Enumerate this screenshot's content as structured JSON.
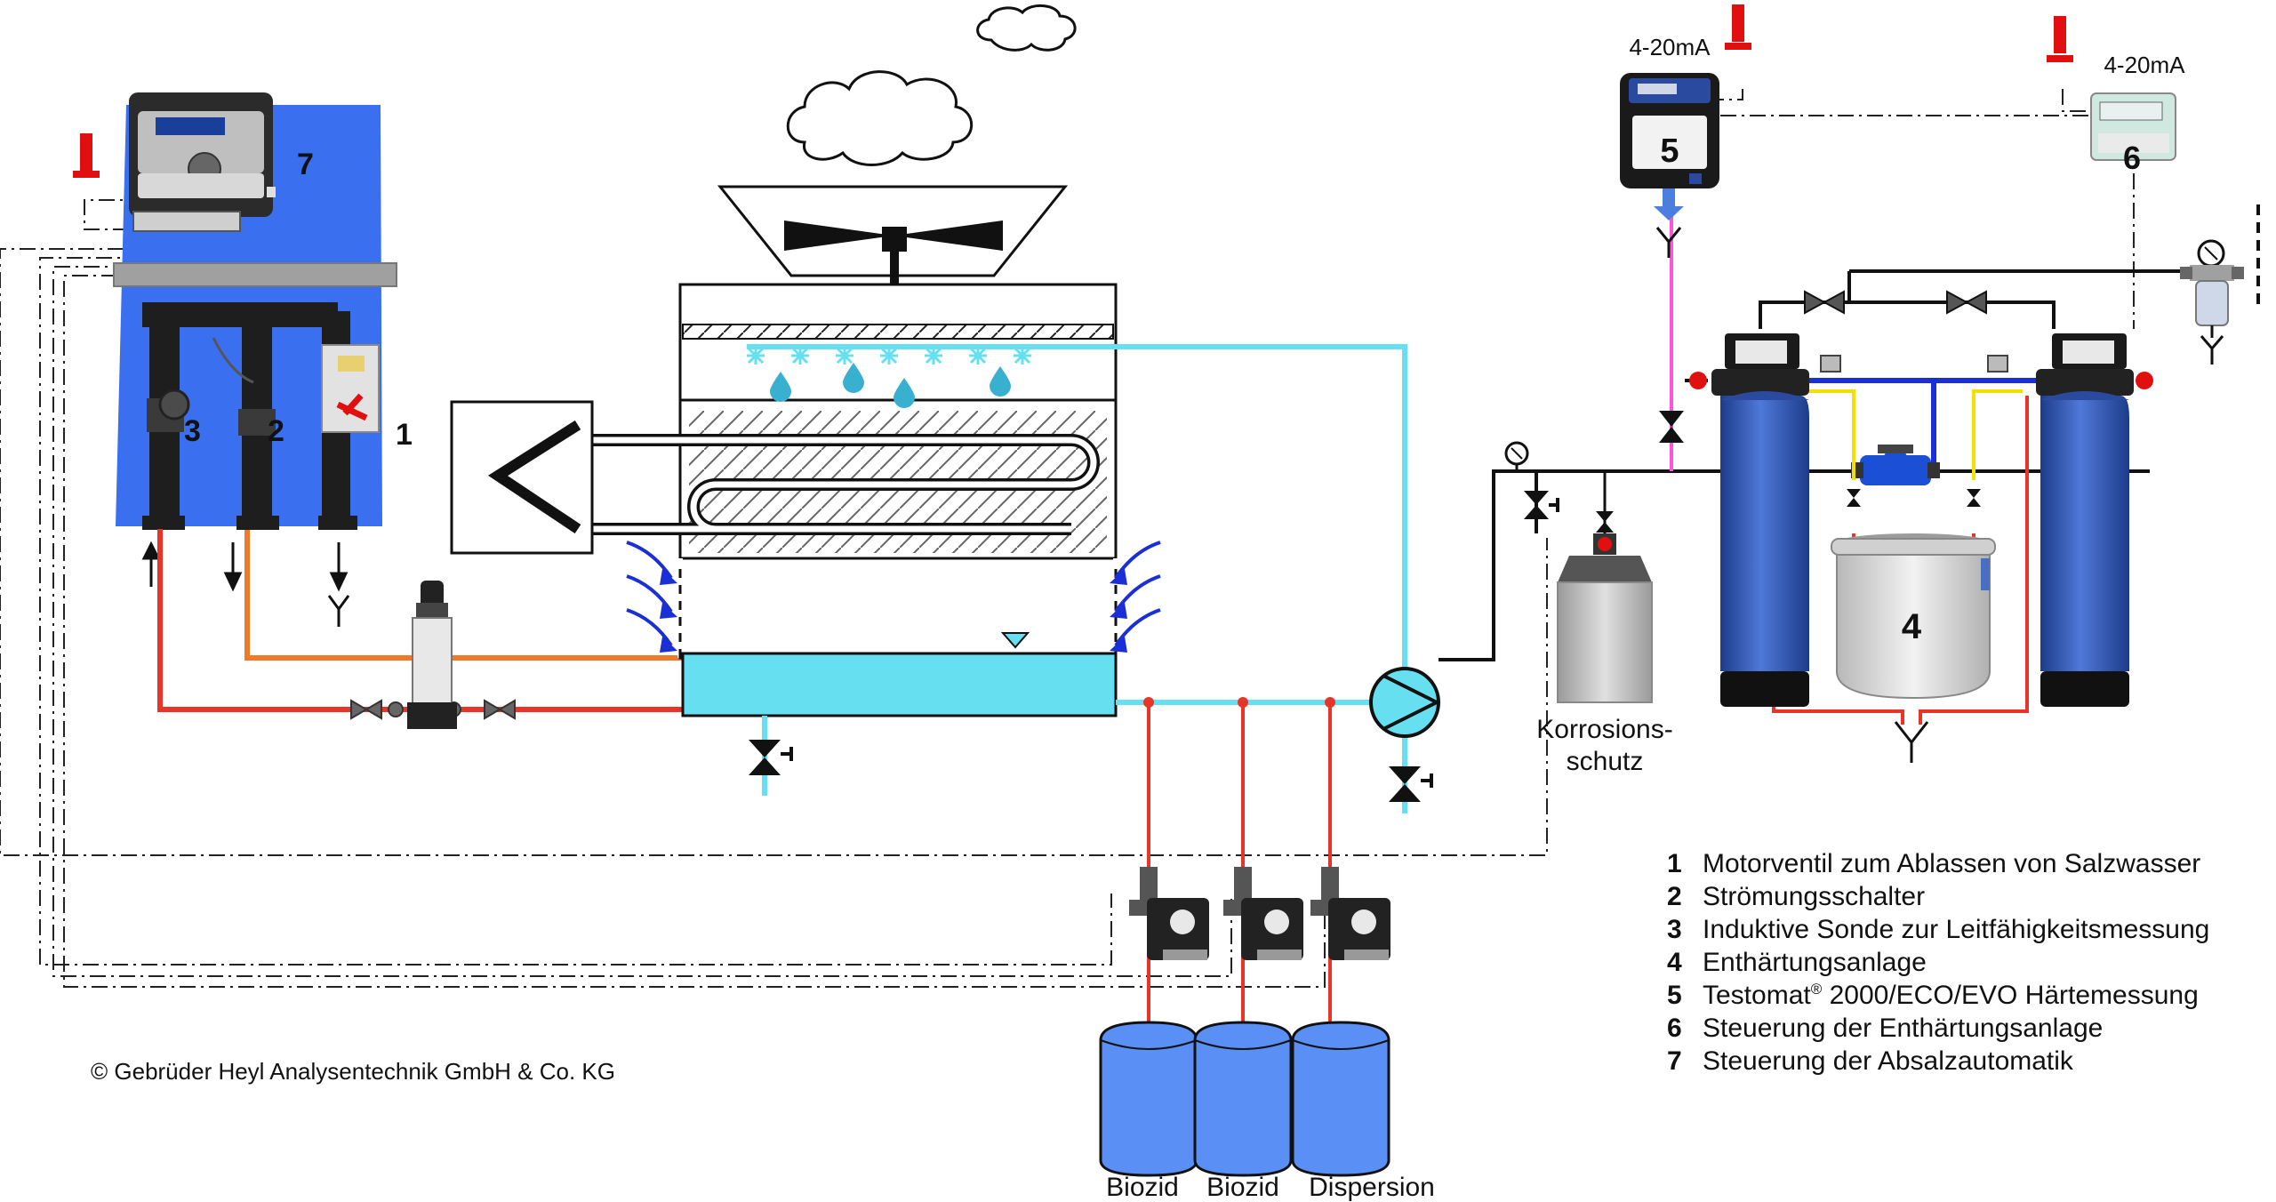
{
  "labels": {
    "signal_5": "4-20mA",
    "signal_6": "4-20mA",
    "korrosionsschutz_line1": "Korrosions-",
    "korrosionsschutz_line2": "schutz",
    "tank_1": "Biozid",
    "tank_2": "Biozid",
    "tank_3": "Dispersion"
  },
  "numbers": {
    "n1": "1",
    "n2": "2",
    "n3": "3",
    "n4": "4",
    "n5": "5",
    "n6": "6",
    "n7": "7"
  },
  "legend": [
    {
      "num": "1",
      "text": "Motorventil zum Ablassen von Salzwasser"
    },
    {
      "num": "2",
      "text": "Strömungsschalter"
    },
    {
      "num": "3",
      "text": "Induktive Sonde zur Leitfähigkeitsmessung"
    },
    {
      "num": "4",
      "text": "Enthärtungsanlage"
    },
    {
      "num": "5",
      "text_before": "Testomat",
      "sup": "®",
      "text_after": " 2000/ECO/EVO Härtemessung"
    },
    {
      "num": "6",
      "text": "Steuerung der Enthärtungsanlage"
    },
    {
      "num": "7",
      "text": "Steuerung der Absalzautomatik"
    }
  ],
  "copyright": "© Gebrüder Heyl Analysentechnik GmbH & Co. KG",
  "colors": {
    "water": "#66e0f0",
    "hot_return": "#e8352a",
    "orange_line": "#f07a28",
    "magenta": "#ff55dd",
    "yellow": "#f2e000",
    "blue_pipe": "#1a2fd6",
    "panel_blue": "#3a6ff0",
    "tank_blue": "#5a8ff5",
    "alarm_red": "#e01010"
  }
}
